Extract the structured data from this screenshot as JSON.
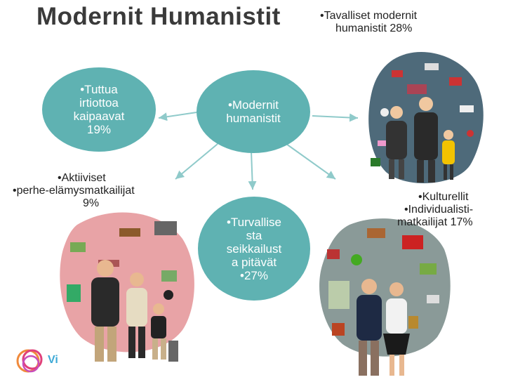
{
  "title": "Modernit Humanistit",
  "center": {
    "lines": [
      "•Modernit",
      "humanistit"
    ]
  },
  "left": {
    "lines": [
      "•Tuttua",
      "irtiottoa",
      "kaipaavat",
      "19%"
    ]
  },
  "middle": {
    "lines": [
      "•Turvallise",
      "sta",
      "seikkailust",
      "a pitävät",
      "•27%"
    ]
  },
  "segments": {
    "top_right": {
      "lines": [
        "•Tavalliset modernit",
        "humanistit 28%"
      ]
    },
    "bottom_left": {
      "lines": [
        "•Aktiiviset",
        "•perhe-elämysmatkailijat",
        "9%"
      ]
    },
    "bottom_right": {
      "lines": [
        "•Kulturellit",
        "•Individualisti-",
        "matkailijat 17%"
      ]
    }
  },
  "logo": {
    "text": "Vi"
  },
  "colors": {
    "ellipse": "#5fb2b2",
    "title": "#3a3a3a",
    "blob_pink": "#e8a3a6",
    "blob_slate": "#4e6a7a",
    "blob_gray": "#8a9a98"
  }
}
